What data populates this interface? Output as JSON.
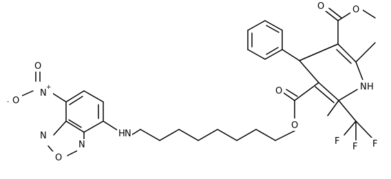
{
  "molecule": {
    "atoms": {
      "nitro_n": "N",
      "nitro_n_charge": "+",
      "nitro_o_top": "O",
      "nitro_o_left": "O",
      "nitro_o_left_charge": "-",
      "ring_n_top": "N",
      "ring_o": "O",
      "ring_n_bottom": "N",
      "amine_nh": "H",
      "amine_n": "N",
      "ester1_o_carbonyl": "O",
      "ester1_o_ether": "O",
      "ester2_o_carbonyl": "O",
      "ester2_o_ether": "O",
      "dhp_n": "N",
      "dhp_nh": "H",
      "cf3_f1": "F",
      "cf3_f2": "F",
      "cf3_f3": "F"
    }
  }
}
